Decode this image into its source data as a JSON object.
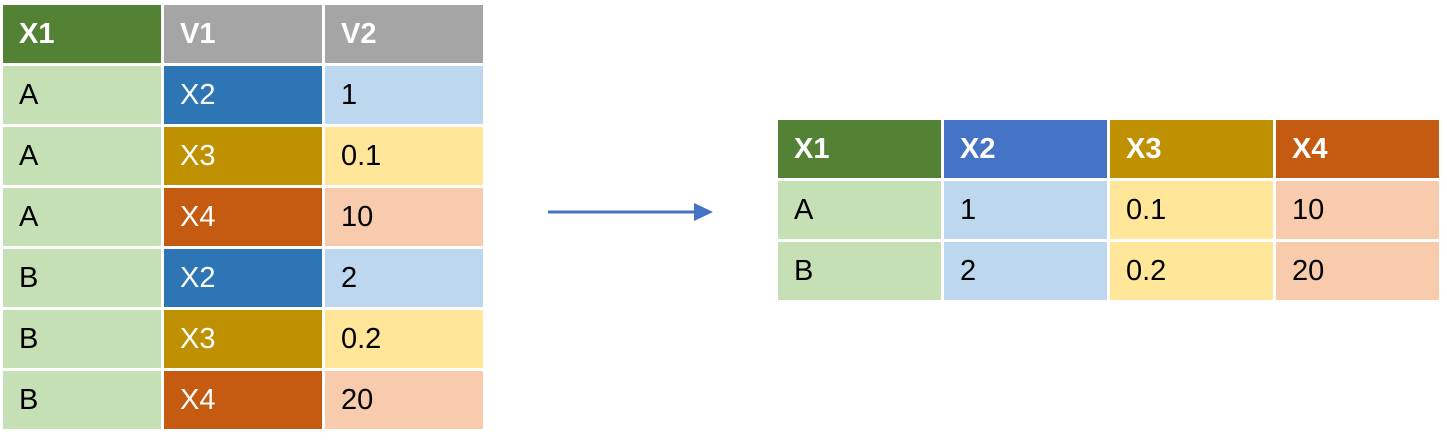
{
  "colors": {
    "id_header": "#548235",
    "id_cell": "#C5E0B4",
    "long_header": "#A5A5A5",
    "x2_key": "#2E75B6",
    "x2_header": "#4472C4",
    "x2_value": "#BDD7EE",
    "x3_key": "#BF9000",
    "x3_value": "#FFE699",
    "x4_key": "#C55A11",
    "x4_value": "#F8CBAD",
    "arrow": "#4472C4"
  },
  "long_table": {
    "headers": [
      "X1",
      "V1",
      "V2"
    ],
    "rows": [
      {
        "x1": "A",
        "v1": "X2",
        "v2": "1"
      },
      {
        "x1": "A",
        "v1": "X3",
        "v2": "0.1"
      },
      {
        "x1": "A",
        "v1": "X4",
        "v2": "10"
      },
      {
        "x1": "B",
        "v1": "X2",
        "v2": "2"
      },
      {
        "x1": "B",
        "v1": "X3",
        "v2": "0.2"
      },
      {
        "x1": "B",
        "v1": "X4",
        "v2": "20"
      }
    ]
  },
  "wide_table": {
    "headers": [
      "X1",
      "X2",
      "X3",
      "X4"
    ],
    "rows": [
      [
        "A",
        "1",
        "0.1",
        "10"
      ],
      [
        "B",
        "2",
        "0.2",
        "20"
      ]
    ]
  },
  "arrow_icon": "right-arrow-icon"
}
